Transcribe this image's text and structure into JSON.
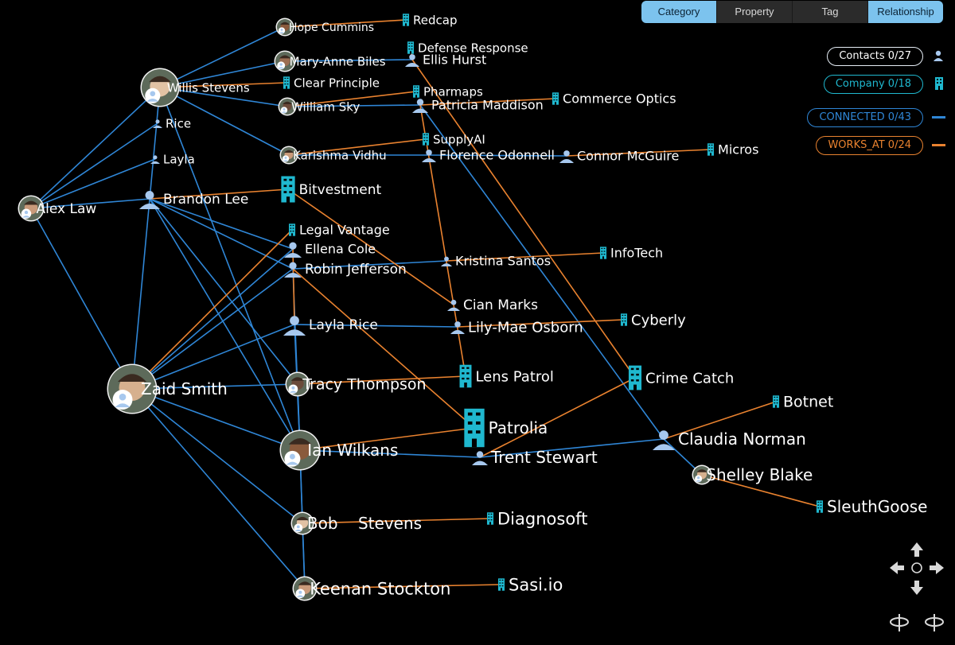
{
  "tabs": [
    "Category",
    "Property",
    "Tag",
    "Relationship"
  ],
  "legend": {
    "contacts": "Contacts 0/27",
    "company": "Company 0/18",
    "connected": "CONNECTED 0/43",
    "works_at": "WORKS_AT 0/24"
  },
  "colors": {
    "connected": "#2f86d6",
    "works_at": "#e9822f",
    "company_icon": "#1fb8cf",
    "contact_icon": "#a7c8ee",
    "active_tab": "#7cc3ee"
  },
  "icons": {
    "contact": "person-icon",
    "company": "building-icon",
    "avatar": "avatar-photo",
    "pan": "arrow-icons",
    "rotate": "rotate-icon"
  },
  "nodes": [
    {
      "id": "hope",
      "label": "Hope Cummins",
      "kind": "avatar"
    },
    {
      "id": "redcap",
      "label": "Redcap",
      "kind": "company"
    },
    {
      "id": "defense",
      "label": "Defense Response",
      "kind": "company"
    },
    {
      "id": "ellis",
      "label": "Ellis Hurst",
      "kind": "contact"
    },
    {
      "id": "maryanne",
      "label": "Mary-Anne Biles",
      "kind": "avatar"
    },
    {
      "id": "willis",
      "label": "Willis Stevens",
      "kind": "avatar"
    },
    {
      "id": "clear",
      "label": "Clear Principle",
      "kind": "company"
    },
    {
      "id": "pharmaps",
      "label": "Pharmaps",
      "kind": "company"
    },
    {
      "id": "william",
      "label": "William Sky",
      "kind": "avatar"
    },
    {
      "id": "patricia",
      "label": "Patricia Maddison",
      "kind": "contact"
    },
    {
      "id": "commerce",
      "label": "Commerce Optics",
      "kind": "company"
    },
    {
      "id": "rice",
      "label": "Rice",
      "kind": "contact"
    },
    {
      "id": "supplyai",
      "label": "SupplyAI",
      "kind": "company"
    },
    {
      "id": "karishma",
      "label": "Karishma Vidhu",
      "kind": "avatar"
    },
    {
      "id": "florence",
      "label": "Florence Odonnell",
      "kind": "contact"
    },
    {
      "id": "connor",
      "label": "Connor McGuire",
      "kind": "contact"
    },
    {
      "id": "micros",
      "label": "Micros",
      "kind": "company"
    },
    {
      "id": "layla",
      "label": "Layla",
      "kind": "contact"
    },
    {
      "id": "bitvestment",
      "label": "Bitvestment",
      "kind": "company"
    },
    {
      "id": "alex",
      "label": "Alex Law",
      "kind": "avatar"
    },
    {
      "id": "brandon",
      "label": "Brandon Lee",
      "kind": "contact"
    },
    {
      "id": "legal",
      "label": "Legal Vantage",
      "kind": "company"
    },
    {
      "id": "ellena",
      "label": "Ellena Cole",
      "kind": "contact"
    },
    {
      "id": "kristina",
      "label": "Kristina Santos",
      "kind": "contact"
    },
    {
      "id": "infotech",
      "label": "InfoTech",
      "kind": "company"
    },
    {
      "id": "robin",
      "label": "Robin Jefferson",
      "kind": "contact"
    },
    {
      "id": "cian",
      "label": "Cian Marks",
      "kind": "contact"
    },
    {
      "id": "laylarice",
      "label": "Layla Rice",
      "kind": "contact"
    },
    {
      "id": "lilymae",
      "label": "Lily-Mae Osborn",
      "kind": "contact"
    },
    {
      "id": "cyberly",
      "label": "Cyberly",
      "kind": "company"
    },
    {
      "id": "lens",
      "label": "Lens Patrol",
      "kind": "company"
    },
    {
      "id": "crime",
      "label": "Crime Catch",
      "kind": "company"
    },
    {
      "id": "tracy",
      "label": "Tracy Thompson",
      "kind": "avatar"
    },
    {
      "id": "zaid",
      "label": "Zaid Smith",
      "kind": "avatar"
    },
    {
      "id": "botnet",
      "label": "Botnet",
      "kind": "company"
    },
    {
      "id": "patrolia",
      "label": "Patrolia",
      "kind": "company"
    },
    {
      "id": "ian",
      "label": "Ian Wilkans",
      "kind": "avatar"
    },
    {
      "id": "claudia",
      "label": "Claudia Norman",
      "kind": "contact"
    },
    {
      "id": "trent",
      "label": "Trent Stewart",
      "kind": "contact"
    },
    {
      "id": "shelley",
      "label": "Shelley Blake",
      "kind": "avatar"
    },
    {
      "id": "sleuth",
      "label": "SleuthGoose",
      "kind": "company"
    },
    {
      "id": "bob",
      "label": "Bob    Stevens",
      "kind": "avatar"
    },
    {
      "id": "diagnosoft",
      "label": "Diagnosoft",
      "kind": "company"
    },
    {
      "id": "keenan",
      "label": "Keenan Stockton",
      "kind": "avatar"
    },
    {
      "id": "sasi",
      "label": "Sasi.io",
      "kind": "company"
    }
  ],
  "edges": [
    {
      "from": "alex",
      "to": "willis",
      "type": "connected"
    },
    {
      "from": "alex",
      "to": "brandon",
      "type": "connected"
    },
    {
      "from": "alex",
      "to": "rice",
      "type": "connected"
    },
    {
      "from": "alex",
      "to": "layla",
      "type": "connected"
    },
    {
      "from": "alex",
      "to": "zaid",
      "type": "connected"
    },
    {
      "from": "willis",
      "to": "hope",
      "type": "connected"
    },
    {
      "from": "willis",
      "to": "maryanne",
      "type": "connected"
    },
    {
      "from": "willis",
      "to": "william",
      "type": "connected"
    },
    {
      "from": "willis",
      "to": "karishma",
      "type": "connected"
    },
    {
      "from": "willis",
      "to": "ian",
      "type": "connected"
    },
    {
      "from": "willis",
      "to": "zaid",
      "type": "connected"
    },
    {
      "from": "willis",
      "to": "clear",
      "type": "works_at"
    },
    {
      "from": "maryanne",
      "to": "ellis",
      "type": "connected"
    },
    {
      "from": "william",
      "to": "patricia",
      "type": "connected"
    },
    {
      "from": "karishma",
      "to": "florence",
      "type": "connected"
    },
    {
      "from": "florence",
      "to": "connor",
      "type": "connected"
    },
    {
      "from": "brandon",
      "to": "ellena",
      "type": "connected"
    },
    {
      "from": "brandon",
      "to": "robin",
      "type": "connected"
    },
    {
      "from": "brandon",
      "to": "ian",
      "type": "connected"
    },
    {
      "from": "brandon",
      "to": "tracy",
      "type": "connected"
    },
    {
      "from": "brandon",
      "to": "bitvestment",
      "type": "works_at"
    },
    {
      "from": "zaid",
      "to": "ellena",
      "type": "connected"
    },
    {
      "from": "zaid",
      "to": "robin",
      "type": "connected"
    },
    {
      "from": "zaid",
      "to": "laylarice",
      "type": "connected"
    },
    {
      "from": "zaid",
      "to": "tracy",
      "type": "connected"
    },
    {
      "from": "zaid",
      "to": "ian",
      "type": "connected"
    },
    {
      "from": "zaid",
      "to": "bob",
      "type": "connected"
    },
    {
      "from": "zaid",
      "to": "keenan",
      "type": "connected"
    },
    {
      "from": "zaid",
      "to": "legal",
      "type": "works_at"
    },
    {
      "from": "robin",
      "to": "kristina",
      "type": "connected"
    },
    {
      "from": "robin",
      "to": "ian",
      "type": "connected"
    },
    {
      "from": "robin",
      "to": "patrolia",
      "type": "works_at"
    },
    {
      "from": "laylarice",
      "to": "lilymae",
      "type": "connected"
    },
    {
      "from": "laylarice",
      "to": "ian",
      "type": "connected"
    },
    {
      "from": "tracy",
      "to": "lens",
      "type": "works_at"
    },
    {
      "from": "tracy",
      "to": "keenan",
      "type": "connected"
    },
    {
      "from": "ian",
      "to": "trent",
      "type": "connected"
    },
    {
      "from": "ian",
      "to": "patrolia",
      "type": "works_at"
    },
    {
      "from": "ian",
      "to": "bob",
      "type": "connected"
    },
    {
      "from": "bob",
      "to": "keenan",
      "type": "connected"
    },
    {
      "from": "trent",
      "to": "claudia",
      "type": "connected"
    },
    {
      "from": "patricia",
      "to": "claudia",
      "type": "connected"
    },
    {
      "from": "claudia",
      "to": "shelley",
      "type": "connected"
    },
    {
      "from": "hope",
      "to": "redcap",
      "type": "works_at"
    },
    {
      "from": "ellis",
      "to": "defense",
      "type": "works_at"
    },
    {
      "from": "ellis",
      "to": "crime",
      "type": "works_at"
    },
    {
      "from": "william",
      "to": "pharmaps",
      "type": "works_at"
    },
    {
      "from": "patricia",
      "to": "commerce",
      "type": "works_at"
    },
    {
      "from": "patricia",
      "to": "lens",
      "type": "works_at"
    },
    {
      "from": "karishma",
      "to": "supplyai",
      "type": "works_at"
    },
    {
      "from": "connor",
      "to": "micros",
      "type": "works_at"
    },
    {
      "from": "kristina",
      "to": "infotech",
      "type": "works_at"
    },
    {
      "from": "lilymae",
      "to": "cyberly",
      "type": "works_at"
    },
    {
      "from": "bitvestment",
      "to": "cian",
      "type": "works_at"
    },
    {
      "from": "ellena",
      "to": "laylarice",
      "type": "works_at"
    },
    {
      "from": "trent",
      "to": "crime",
      "type": "works_at"
    },
    {
      "from": "claudia",
      "to": "botnet",
      "type": "works_at"
    },
    {
      "from": "shelley",
      "to": "sleuth",
      "type": "works_at"
    },
    {
      "from": "bob",
      "to": "diagnosoft",
      "type": "works_at"
    },
    {
      "from": "keenan",
      "to": "sasi",
      "type": "works_at"
    }
  ]
}
